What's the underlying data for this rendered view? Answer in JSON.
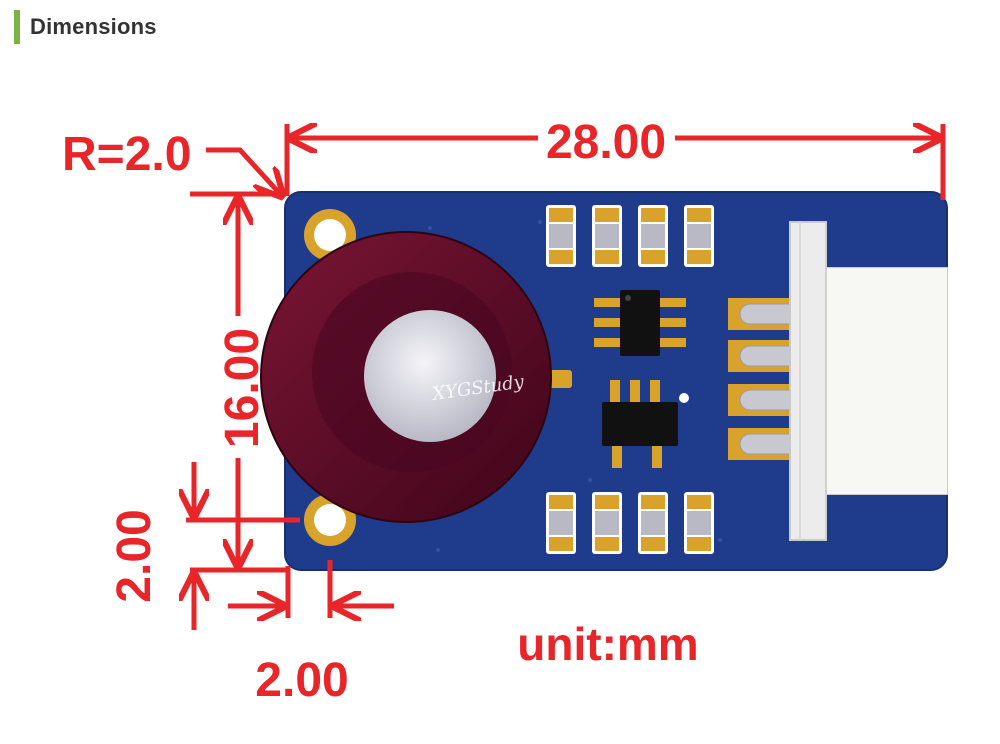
{
  "header": {
    "title": "Dimensions"
  },
  "dimensions": {
    "radius": "R=2.0",
    "width": "28.00",
    "height": "16.00",
    "hole_offset_vertical": "2.00",
    "hole_offset_horizontal": "2.00",
    "unit": "unit:mm"
  },
  "watermark": "XYGStudy",
  "colors": {
    "accent_bar": "#7cb342",
    "dimension_red": "#e8262a",
    "pcb_blue": "#1f3c8c",
    "sensor_maroon": "#5c0a26",
    "connector_white": "#ececec"
  }
}
